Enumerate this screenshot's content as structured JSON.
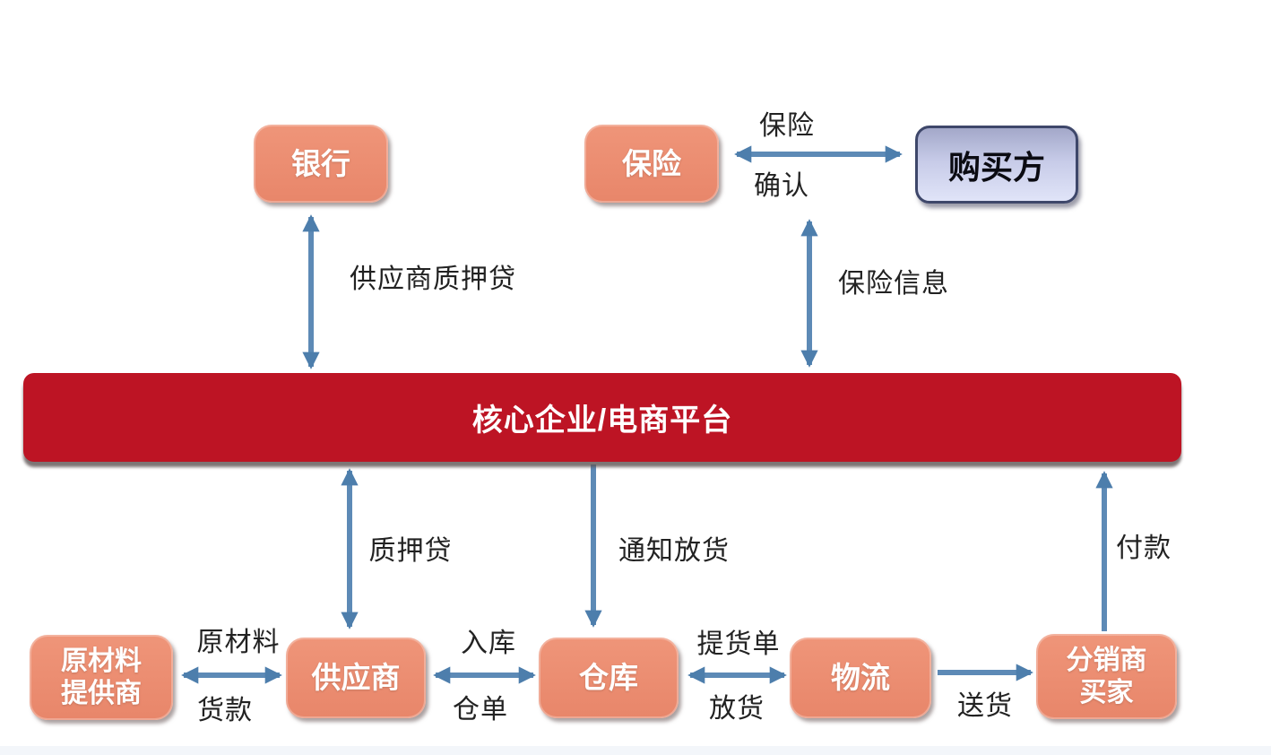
{
  "diagram": {
    "title_hint": "supply-chain-finance-flowchart",
    "colors": {
      "node_fill": "#e98a6e",
      "node_text": "#ffffff",
      "platform_fill": "#bd1424",
      "platform_text": "#ffffff",
      "buyer_fill_top": "#a3a8c9",
      "buyer_fill_bottom": "#e0e4f8",
      "buyer_border": "#3e476a",
      "buyer_text": "#0b0b12",
      "arrow": "#5d8ab6",
      "label_text": "#222222",
      "background": "#ffffff"
    },
    "nodes": {
      "bank": {
        "label": "银行"
      },
      "insurance": {
        "label": "保险"
      },
      "buyer": {
        "label": "购买方"
      },
      "platform": {
        "label": "核心企业/电商平台"
      },
      "raw_material_provider": {
        "label": "原材料\n提供商"
      },
      "supplier": {
        "label": "供应商"
      },
      "warehouse": {
        "label": "仓库"
      },
      "logistics": {
        "label": "物流"
      },
      "distributor": {
        "label": "分销商\n买家"
      }
    },
    "edge_labels": {
      "bank_platform": "供应商质押贷",
      "insurance_buyer_top": "保险",
      "insurance_buyer_bottom": "确认",
      "insurance_platform": "保险信息",
      "platform_supplier": "质押贷",
      "platform_warehouse": "通知放货",
      "distributor_platform": "付款",
      "raw_supplier_top": "原材料",
      "raw_supplier_bottom": "货款",
      "supplier_warehouse_top": "入库",
      "supplier_warehouse_bottom": "仓单",
      "warehouse_logistics_top": "提货单",
      "warehouse_logistics_bottom": "放货",
      "logistics_distributor": "送货"
    }
  }
}
